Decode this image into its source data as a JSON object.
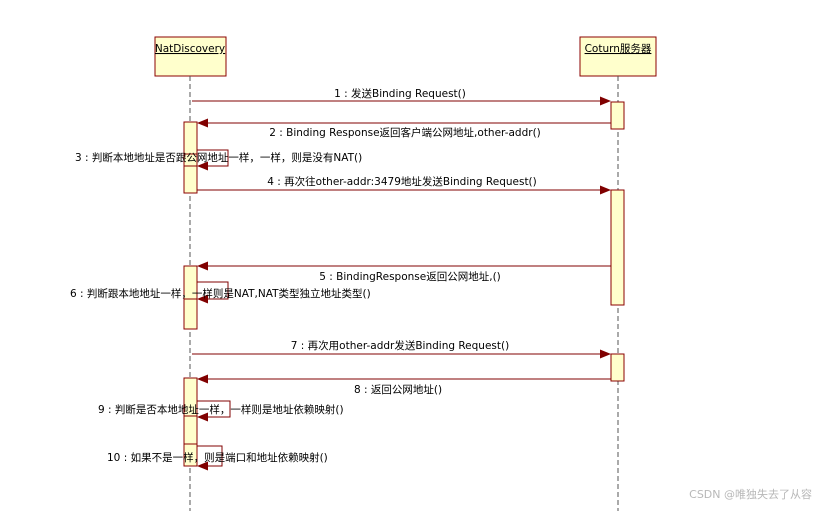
{
  "participants": [
    {
      "id": "p1",
      "name": "NatDiscovery"
    },
    {
      "id": "p2",
      "name": "Coturn服务器"
    }
  ],
  "messages": [
    {
      "label": "1 : 发送Binding Request()"
    },
    {
      "label": "2 : Binding Response返回客户端公网地址,other-addr()"
    },
    {
      "label": "3 : 判断本地地址是否跟公网地址一样，一样，则是没有NAT()"
    },
    {
      "label": "4 : 再次往other-addr:3479地址发送Binding Request()"
    },
    {
      "label": "5 : BindingResponse返回公网地址,()"
    },
    {
      "label": "6 : 判断跟本地地址一样，一样则是NAT,NAT类型独立地址类型()"
    },
    {
      "label": "7 : 再次用other-addr发送Binding Request()"
    },
    {
      "label": "8 : 返回公网地址()"
    },
    {
      "label": "9 : 判断是否本地地址一样，一样则是地址依赖映射()"
    },
    {
      "label": "10 : 如果不是一样，则是端口和地址依赖映射()"
    }
  ],
  "watermark": "CSDN @唯独失去了从容",
  "colors": {
    "box_fill": "#ffffcc",
    "box_stroke": "#8b0000",
    "arrow": "#800000",
    "lifeline": "#555555"
  }
}
